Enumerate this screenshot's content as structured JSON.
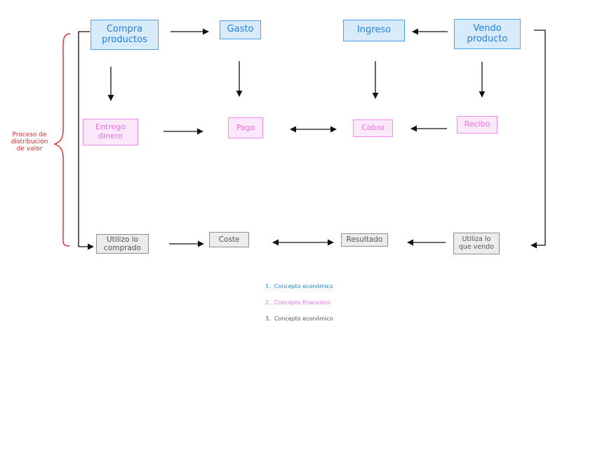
{
  "diagram": {
    "nodes": {
      "compra": "Compra\nproductos",
      "gasto": "Gasto",
      "ingreso": "Ingreso",
      "vendo": "Vendo\nproducto",
      "entrego": "Entrego\ndinero",
      "pago": "Pago",
      "cobro": "Cobro",
      "recibo": "Recibo",
      "utilizo": "Utilizo lo\ncomprado",
      "coste": "Coste",
      "resultado": "Resultado",
      "utiliza": "Utiliza lo\nque vendo"
    },
    "bracket_label": "Proceso de\ndistribución\nde valor",
    "legend": [
      {
        "text": "1.  Concepto económico",
        "color": "#1e7fe0"
      },
      {
        "text": "2.  Concepto financiero",
        "color": "#ef6fe4"
      },
      {
        "text": "3.  Concepto económico",
        "color": "#555555"
      }
    ],
    "colors": {
      "economic": "#1e7fe0",
      "financial": "#ef6fe4",
      "neutral": "#555555",
      "bracket": "#d92a2a",
      "arrows": "#111111"
    }
  }
}
